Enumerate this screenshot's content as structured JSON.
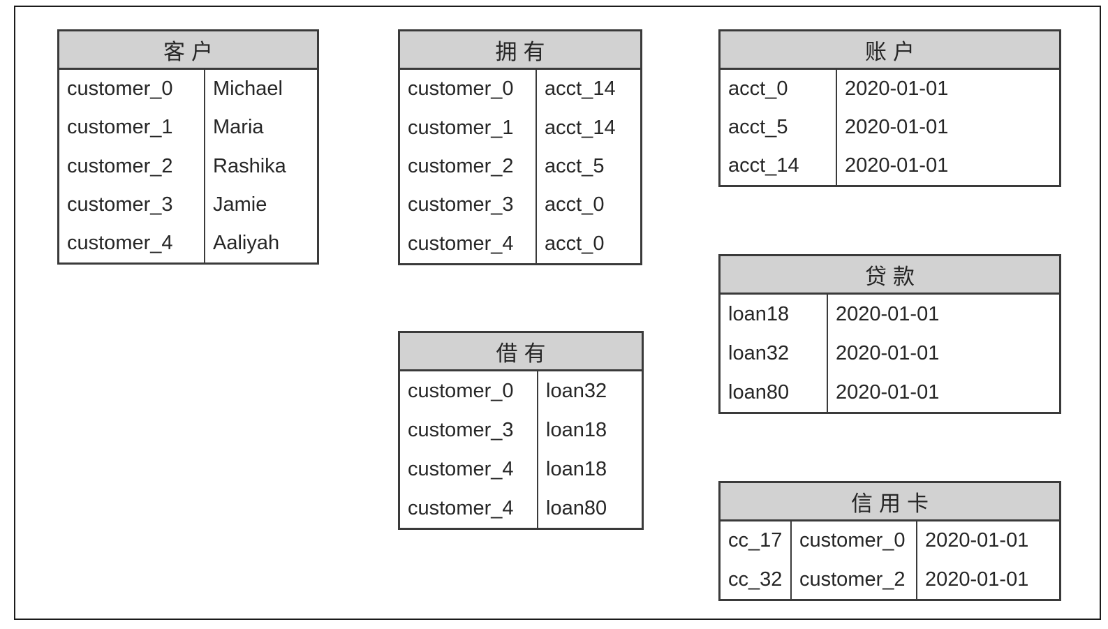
{
  "colors": {
    "header_fill": "#d2d2d2",
    "border": "#3a3a3a",
    "text": "#262626",
    "frame": "#1b1b1b",
    "background": "#ffffff"
  },
  "tables": {
    "customer": {
      "title": "客户",
      "rows": [
        [
          "customer_0",
          "Michael"
        ],
        [
          "customer_1",
          "Maria"
        ],
        [
          "customer_2",
          "Rashika"
        ],
        [
          "customer_3",
          "Jamie"
        ],
        [
          "customer_4",
          "Aaliyah"
        ]
      ]
    },
    "owns": {
      "title": "拥有",
      "rows": [
        [
          "customer_0",
          "acct_14"
        ],
        [
          "customer_1",
          "acct_14"
        ],
        [
          "customer_2",
          "acct_5"
        ],
        [
          "customer_3",
          "acct_0"
        ],
        [
          "customer_4",
          "acct_0"
        ]
      ]
    },
    "account": {
      "title": "账户",
      "rows": [
        [
          "acct_0",
          "2020-01-01"
        ],
        [
          "acct_5",
          "2020-01-01"
        ],
        [
          "acct_14",
          "2020-01-01"
        ]
      ]
    },
    "loan": {
      "title": "贷款",
      "rows": [
        [
          "loan18",
          "2020-01-01"
        ],
        [
          "loan32",
          "2020-01-01"
        ],
        [
          "loan80",
          "2020-01-01"
        ]
      ]
    },
    "borrows": {
      "title": "借有",
      "rows": [
        [
          "customer_0",
          "loan32"
        ],
        [
          "customer_3",
          "loan18"
        ],
        [
          "customer_4",
          "loan18"
        ],
        [
          "customer_4",
          "loan80"
        ]
      ]
    },
    "credit_card": {
      "title": "信用卡",
      "rows": [
        [
          "cc_17",
          "customer_0",
          "2020-01-01"
        ],
        [
          "cc_32",
          "customer_2",
          "2020-01-01"
        ]
      ]
    }
  }
}
